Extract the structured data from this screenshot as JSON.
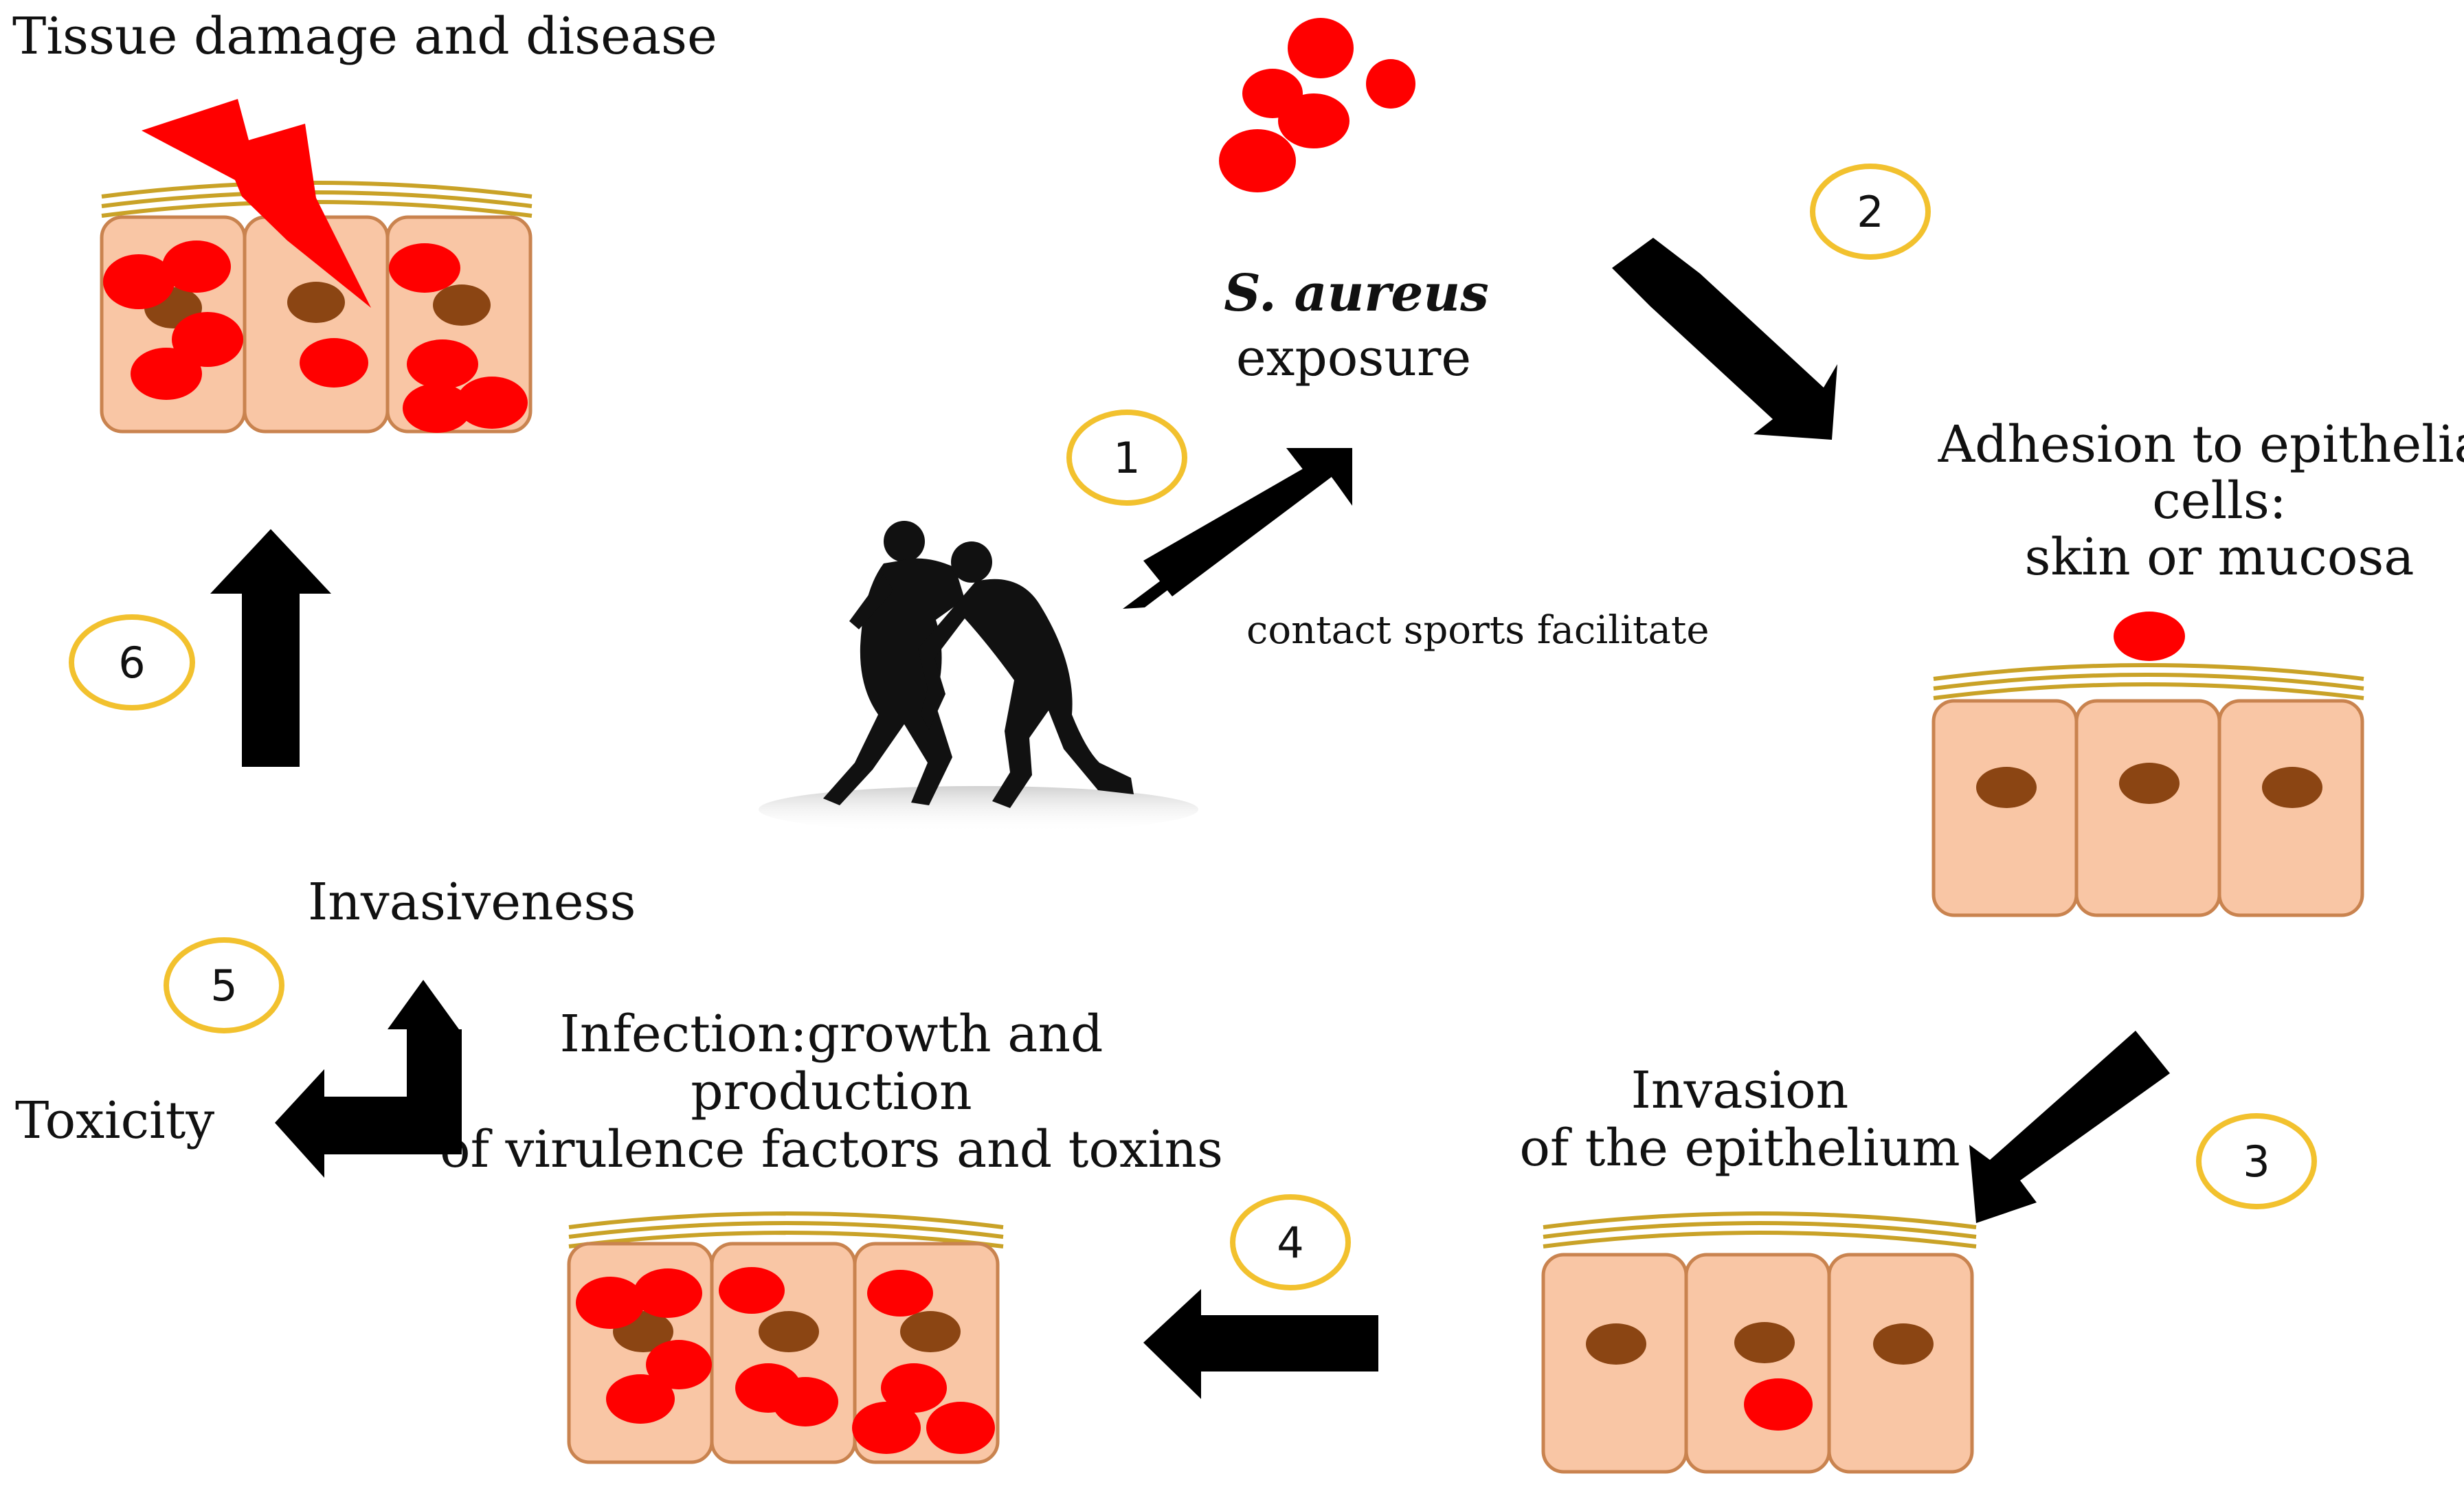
{
  "labels": {
    "tissue_damage": "Tissue damage and disease",
    "s_aureus": "S. aureus",
    "exposure": "exposure",
    "adhesion_1": "Adhesion to epithelial",
    "adhesion_2": "cells:",
    "adhesion_3": "skin or mucosa",
    "contact_sports": "contact sports facilitate",
    "invasiveness": "Invasiveness",
    "toxicity": "Toxicity",
    "infection_1": "Infection:growth and",
    "infection_2": "production",
    "infection_3": "of virulence factors and toxins",
    "invasion_1": "Invasion",
    "invasion_2": "of the epithelium"
  },
  "steps": [
    "1",
    "2",
    "3",
    "4",
    "5",
    "6"
  ],
  "icons": {
    "bacteria": "bacteria-cluster-icon",
    "lightning": "lightning-bolt-icon",
    "athletes": "wrestlers-silhouette-icon"
  },
  "colors": {
    "bacteria": "#ff0000",
    "cell_fill": "#f9c6a5",
    "cell_border": "#c9834f",
    "nucleus": "#8b4513",
    "mucosa": "#c9a227",
    "step_ring": "#f2c12e",
    "arrow": "#000000"
  }
}
